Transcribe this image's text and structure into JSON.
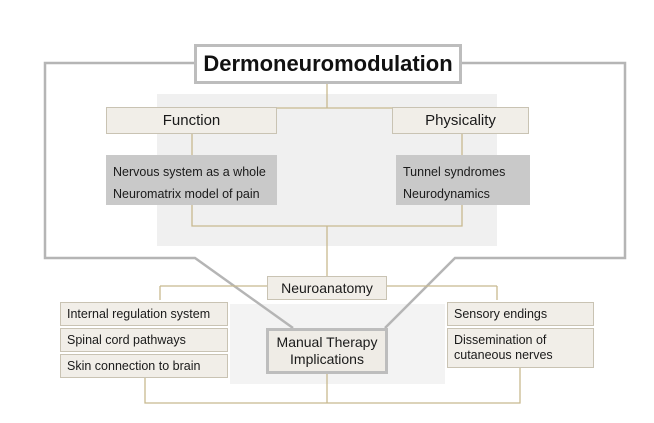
{
  "title": "Dermoneuromodulation",
  "function": {
    "label": "Function",
    "items": [
      "Nervous system as a whole",
      "Neuromatrix model of pain"
    ]
  },
  "physicality": {
    "label": "Physicality",
    "items": [
      "Tunnel syndromes",
      "Neurodynamics"
    ]
  },
  "neuroanatomy": "Neuroanatomy",
  "left_items": [
    "Internal regulation system",
    "Spinal cord pathways",
    "Skin connection to brain"
  ],
  "right_items": [
    "Sensory endings",
    "Dissemination of",
    "cutaneous nerves"
  ],
  "implications": {
    "line1": "Manual Therapy",
    "line2": "Implications"
  },
  "colors": {
    "box_fill": "#f1eee8",
    "box_border": "#c9c3b3",
    "list_fill": "#c9c9c9",
    "shade": "#f0f0f0",
    "connector": "#c8b98f",
    "outer_line": "#b5b5b5"
  }
}
